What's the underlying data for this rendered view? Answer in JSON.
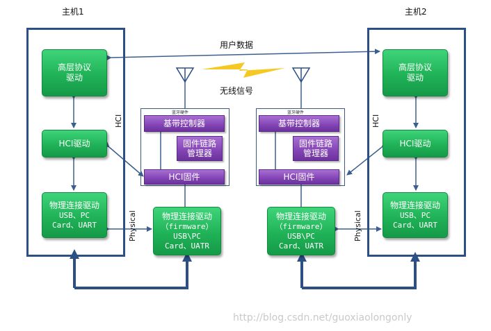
{
  "host1": {
    "title": "主机1",
    "upper_driver": [
      "高层协议",
      "驱动"
    ],
    "hci_driver": "HCI驱动",
    "phys_driver": [
      "物理连接驱动",
      "USB、PC",
      "Card、UART"
    ],
    "hci_label": "HCI",
    "physical_label": "Physical"
  },
  "host2": {
    "title": "主机2",
    "upper_driver": [
      "高层协议",
      "驱动"
    ],
    "hci_driver": "HCI驱动",
    "phys_driver": [
      "物理连接驱动",
      "USB、PC",
      "Card、UART"
    ],
    "hci_label": "HCI",
    "physical_label": "Physical"
  },
  "chip1": {
    "tag": "蓝牙硬件",
    "baseband": "基带控制器",
    "link_manager": [
      "固件链路",
      "管理器"
    ],
    "hci_firmware": "HCI固件",
    "phys_driver": [
      "物理连接驱动",
      "（firmware）",
      "USB\\PC",
      "Card、UATR"
    ]
  },
  "chip2": {
    "tag": "蓝牙硬件",
    "baseband": "基带控制器",
    "link_manager": [
      "固件链路",
      "管理器"
    ],
    "hci_firmware": "HCI固件",
    "phys_driver": [
      "物理连接驱动",
      "（firmware）",
      "USB\\PC",
      "Card、UATR"
    ]
  },
  "labels": {
    "user_data": "用户数据",
    "wireless": "无线信号"
  },
  "watermark": "http://blog.csdn.net/guoxiaolongonly",
  "colors": {
    "frame": "#2c4f86",
    "green": "#20b257",
    "purple": "#8244b4",
    "arrow": "#3a5f8e",
    "lightning": "#f5c518"
  },
  "icons": [
    "antenna-icon",
    "antenna-icon",
    "lightning-icon"
  ]
}
